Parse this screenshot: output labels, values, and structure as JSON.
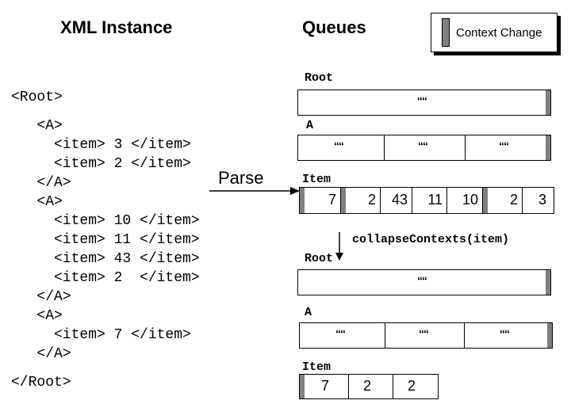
{
  "xml_title": "XML Instance",
  "queues_title": "Queues",
  "legend_label": "Context Change",
  "parse_label": "Parse",
  "collapse_label": "collapseContexts(item)",
  "xml_lines": [
    "<Root>",
    "   <A>",
    "     <item> 3 </item>",
    "     <item> 2 </item>",
    "   </A>",
    "   <A>",
    "     <item> 10 </item>",
    "     <item> 11 </item>",
    "     <item> 43 </item>",
    "     <item> 2  </item>",
    "   </A>",
    "   <A>",
    "     <item> 7 </item>",
    "   </A>",
    "</Root>"
  ],
  "before": {
    "root_label": "Root",
    "root_cells": [
      "““"
    ],
    "a_label": "A",
    "a_cells": [
      "““",
      "““",
      "““"
    ],
    "item_label": "Item",
    "item_cells": [
      "7",
      "2",
      "43",
      "11",
      "10",
      "2",
      "3"
    ]
  },
  "after": {
    "root_label": "Root",
    "root_cells": [
      "““"
    ],
    "a_label": "A",
    "a_cells": [
      "““",
      "““",
      "““"
    ],
    "item_label": "Item",
    "item_cells": [
      "7",
      "2",
      "2"
    ]
  },
  "colors": {
    "context_bar": "#808080",
    "text": "#000000",
    "background": "#ffffff"
  }
}
